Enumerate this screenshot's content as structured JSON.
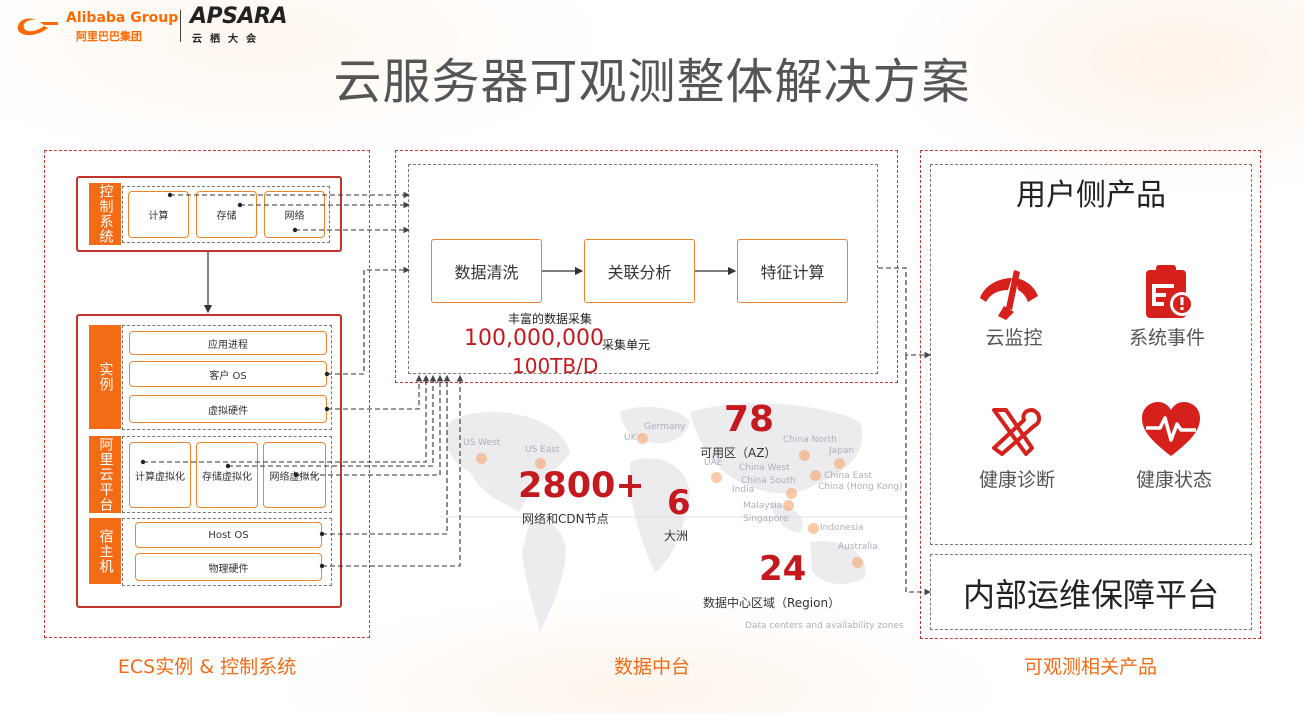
{
  "header": {
    "alibaba_en": "Alibaba Group",
    "alibaba_cn": "阿里巴巴集团",
    "apsara_en": "APSARA",
    "apsara_cn": "云栖大会",
    "title": "云服务器可观测整体解决方案"
  },
  "colors": {
    "accent_orange": "#f46b16",
    "brand_red": "#c4191f",
    "frame_red": "#cc3333"
  },
  "left_panel": {
    "caption": "ECS实例 & 控制系统",
    "control": {
      "tab": "控制系统",
      "items": [
        "计算",
        "存储",
        "网络"
      ]
    },
    "instance": {
      "tab": "实例",
      "items": [
        "应用进程",
        "客户 OS",
        "虚拟硬件"
      ]
    },
    "platform": {
      "tab": "阿里云平台",
      "items": [
        "计算虚拟化",
        "存储虚拟化",
        "网络虚拟化"
      ]
    },
    "host": {
      "tab": "宿主机",
      "items": [
        "Host OS",
        "物理硬件"
      ]
    }
  },
  "middle_panel": {
    "caption": "数据中台",
    "pipeline": [
      "数据清洗",
      "关联分析",
      "特征计算"
    ],
    "collect_label": "丰富的数据采集",
    "collect_units_value": "100,000,000",
    "collect_units_label": "采集单元",
    "throughput": "100TB/D",
    "stats": {
      "nodes_value": "2800+",
      "nodes_label": "网络和CDN节点",
      "continents_value": "6",
      "continents_label": "大洲",
      "az_value": "78",
      "az_label": "可用区（AZ）",
      "region_value": "24",
      "region_label": "数据中心区域（Region）"
    },
    "map_labels": [
      "US West",
      "US East",
      "UK",
      "Germany",
      "UAE",
      "India",
      "China North",
      "China West",
      "China South",
      "China East",
      "China (Hong Kong)",
      "Japan",
      "Malaysia",
      "Singapore",
      "Indonesia",
      "Australia"
    ],
    "map_legend": "Data centers and availability zones"
  },
  "right_panel": {
    "caption": "可观测相关产品",
    "user_products_title": "用户侧产品",
    "products": [
      "云监控",
      "系统事件",
      "健康诊断",
      "健康状态"
    ],
    "platform_title": "内部运维保障平台"
  }
}
